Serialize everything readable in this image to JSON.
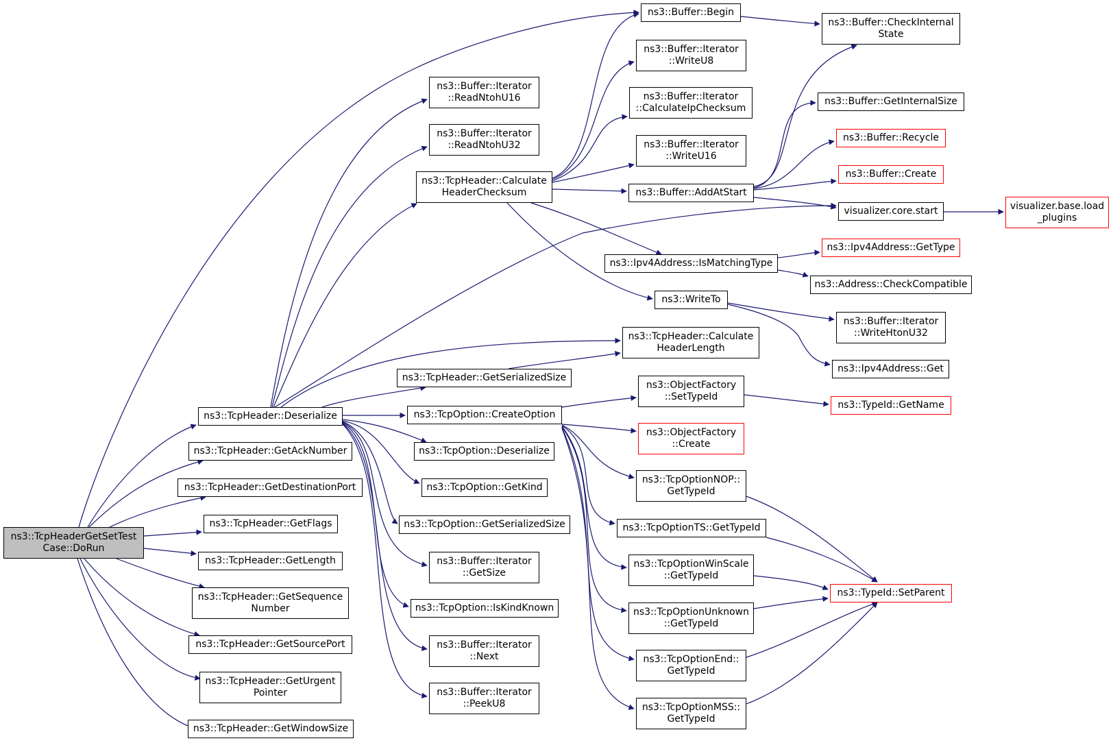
{
  "colors": {
    "edge": "#191970",
    "node_border": "#000000",
    "truncated_border": "#ff0000",
    "root_fill": "#bfbfbf"
  },
  "nodes": {
    "root": "ns3::TcpHeaderGetSetTest\nCase::DoRun",
    "deserialize": "ns3::TcpHeader::Deserialize",
    "get_ack_number": "ns3::TcpHeader::GetAckNumber",
    "get_destination_port": "ns3::TcpHeader::GetDestinationPort",
    "get_flags": "ns3::TcpHeader::GetFlags",
    "get_length": "ns3::TcpHeader::GetLength",
    "get_sequence_number": "ns3::TcpHeader::GetSequence\nNumber",
    "get_source_port": "ns3::TcpHeader::GetSourcePort",
    "get_urgent_pointer": "ns3::TcpHeader::GetUrgent\nPointer",
    "get_window_size": "ns3::TcpHeader::GetWindowSize",
    "read_ntoh_u16": "ns3::Buffer::Iterator\n::ReadNtohU16",
    "read_ntoh_u32": "ns3::Buffer::Iterator\n::ReadNtohU32",
    "calc_header_checksum": "ns3::TcpHeader::Calculate\nHeaderChecksum",
    "calc_header_length": "ns3::TcpHeader::Calculate\nHeaderLength",
    "get_serialized_size": "ns3::TcpHeader::GetSerializedSize",
    "create_option": "ns3::TcpOption::CreateOption",
    "option_deserialize": "ns3::TcpOption::Deserialize",
    "option_get_kind": "ns3::TcpOption::GetKind",
    "option_get_serialized_size": "ns3::TcpOption::GetSerializedSize",
    "iterator_get_size": "ns3::Buffer::Iterator\n::GetSize",
    "is_kind_known": "ns3::TcpOption::IsKindKnown",
    "iterator_next": "ns3::Buffer::Iterator\n::Next",
    "iterator_peek_u8": "ns3::Buffer::Iterator\n::PeekU8",
    "buffer_begin": "ns3::Buffer::Begin",
    "iterator_write_u8": "ns3::Buffer::Iterator\n::WriteU8",
    "calc_ip_checksum": "ns3::Buffer::Iterator\n::CalculateIpChecksum",
    "iterator_write_u16": "ns3::Buffer::Iterator\n::WriteU16",
    "add_at_start": "ns3::Buffer::AddAtStart",
    "is_matching_type": "ns3::Ipv4Address::IsMatchingType",
    "write_to": "ns3::WriteTo",
    "object_factory_set_type_id": "ns3::ObjectFactory\n::SetTypeId",
    "object_factory_create": "ns3::ObjectFactory\n::Create",
    "nop_get_type_id": "ns3::TcpOptionNOP::\nGetTypeId",
    "ts_get_type_id": "ns3::TcpOptionTS::GetTypeId",
    "winscale_get_type_id": "ns3::TcpOptionWinScale\n::GetTypeId",
    "unknown_get_type_id": "ns3::TcpOptionUnknown\n::GetTypeId",
    "end_get_type_id": "ns3::TcpOptionEnd::\nGetTypeId",
    "mss_get_type_id": "ns3::TcpOptionMSS::\nGetTypeId",
    "check_internal_state": "ns3::Buffer::CheckInternal\nState",
    "get_internal_size": "ns3::Buffer::GetInternalSize",
    "recycle": "ns3::Buffer::Recycle",
    "buffer_create": "ns3::Buffer::Create",
    "visualizer_start": "visualizer.core.start",
    "load_plugins": "visualizer.base.load\n_plugins",
    "ipv4_get_type": "ns3::Ipv4Address::GetType",
    "check_compatible": "ns3::Address::CheckCompatible",
    "write_hton_u32": "ns3::Buffer::Iterator\n::WriteHtonU32",
    "ipv4_get": "ns3::Ipv4Address::Get",
    "typeid_get_name": "ns3::TypeId::GetName",
    "typeid_set_parent": "ns3::TypeId::SetParent"
  }
}
